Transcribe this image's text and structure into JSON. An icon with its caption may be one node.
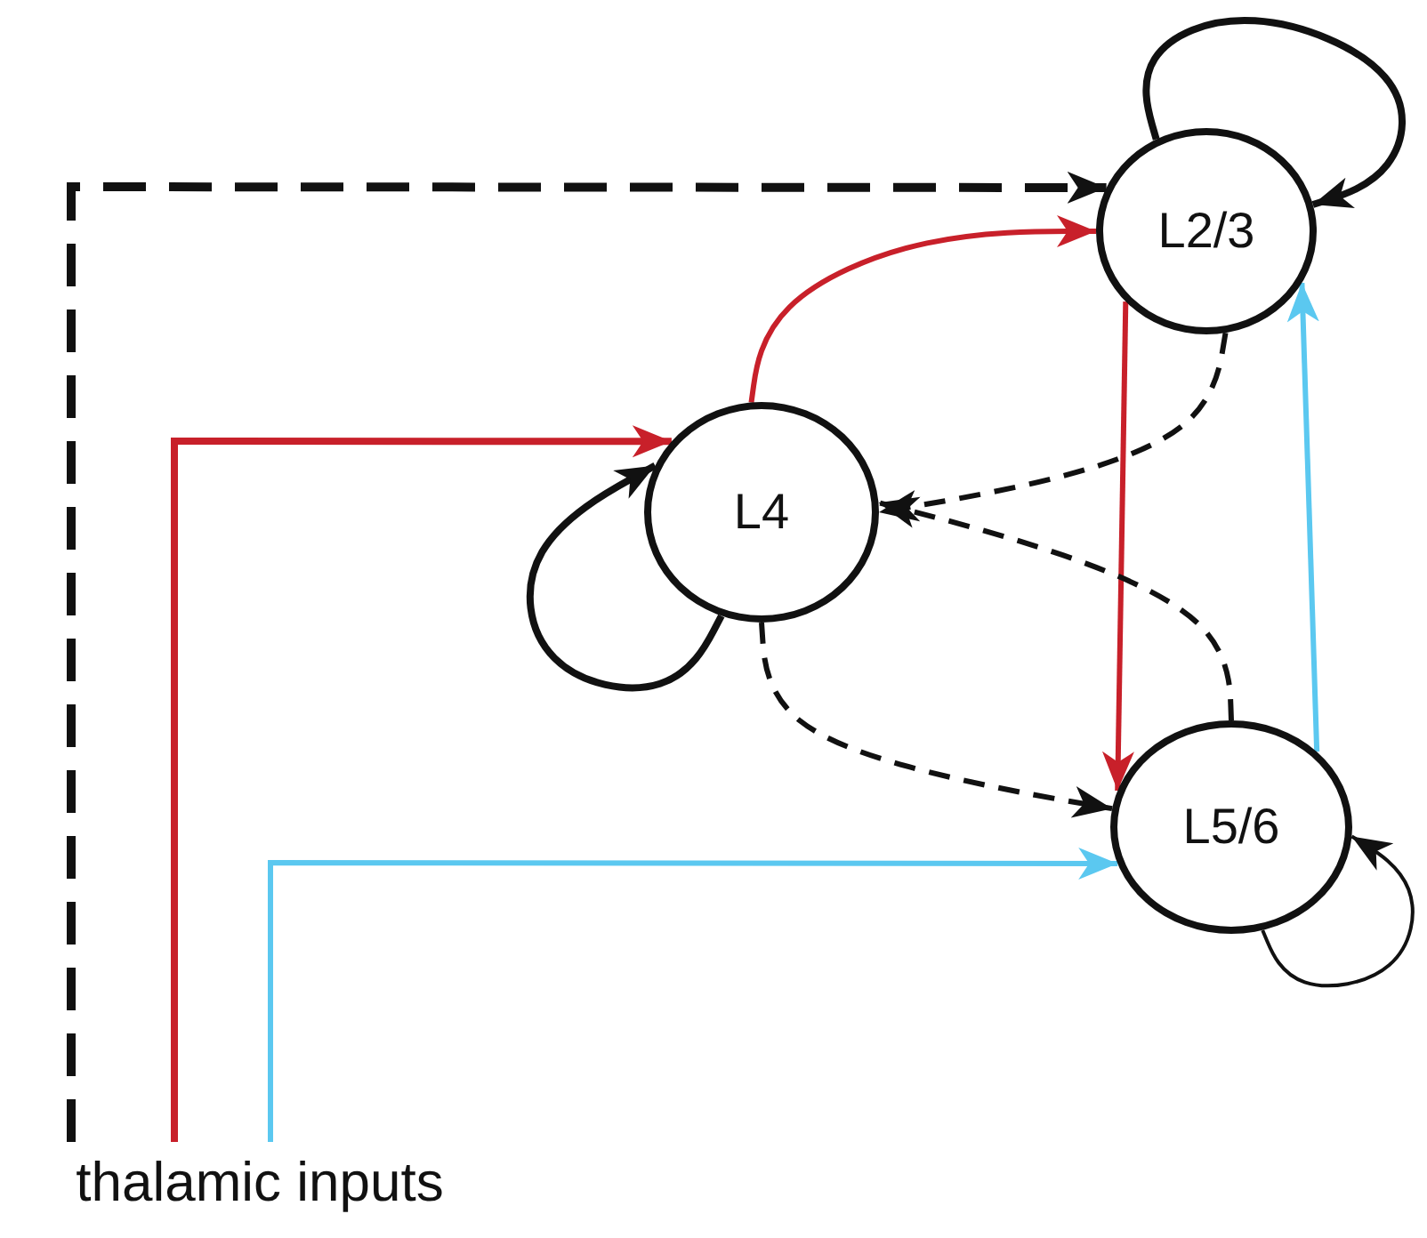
{
  "diagram": {
    "nodes": [
      {
        "text": [
          "L2/3"
        ]
      },
      {
        "text": [
          "L4"
        ]
      },
      {
        "text": [
          "L5/6"
        ]
      },
      {
        "text": [
          "thalamic inputs"
        ]
      }
    ],
    "edges": [
      {
        "from": 3,
        "to": 0,
        "arrow": "to",
        "style": "dashed"
      },
      {
        "from": 3,
        "to": 1,
        "arrow": "to",
        "color": "#c8202a"
      },
      {
        "from": 3,
        "to": 2,
        "arrow": "to",
        "color": "#5bc8f0"
      },
      {
        "from": 1,
        "to": 0,
        "arrow": "to",
        "color": "#c8202a"
      },
      {
        "from": 0,
        "to": 0,
        "arrow": "to"
      },
      {
        "from": 0,
        "to": 2,
        "arrow": "to",
        "color": "#c8202a"
      },
      {
        "from": 2,
        "to": 0,
        "arrow": "to",
        "color": "#5bc8f0"
      },
      {
        "from": 0,
        "to": 1,
        "arrow": "to",
        "style": "dashed"
      },
      {
        "from": 2,
        "to": 1,
        "arrow": "to",
        "style": "dashed"
      },
      {
        "from": 1,
        "to": 1,
        "arrow": "to"
      },
      {
        "from": 1,
        "to": 2,
        "arrow": "to",
        "style": "dashed"
      },
      {
        "from": 2,
        "to": 2,
        "arrow": "to"
      }
    ]
  }
}
